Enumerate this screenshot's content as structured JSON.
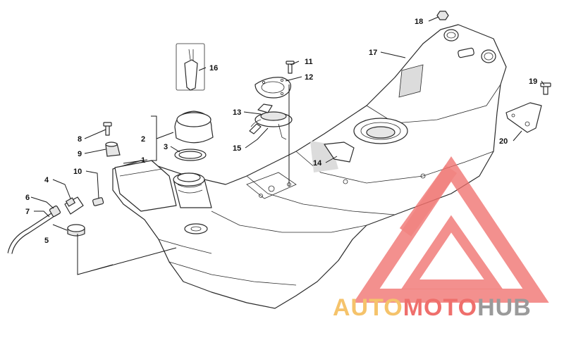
{
  "callouts": [
    {
      "id": "1",
      "label": "1"
    },
    {
      "id": "2",
      "label": "2"
    },
    {
      "id": "3",
      "label": "3"
    },
    {
      "id": "4",
      "label": "4"
    },
    {
      "id": "5",
      "label": "5"
    },
    {
      "id": "6",
      "label": "6"
    },
    {
      "id": "7",
      "label": "7"
    },
    {
      "id": "8",
      "label": "8"
    },
    {
      "id": "9",
      "label": "9"
    },
    {
      "id": "10",
      "label": "10"
    },
    {
      "id": "11",
      "label": "11"
    },
    {
      "id": "12",
      "label": "12"
    },
    {
      "id": "13",
      "label": "13"
    },
    {
      "id": "14",
      "label": "14"
    },
    {
      "id": "15",
      "label": "15"
    },
    {
      "id": "16",
      "label": "16"
    },
    {
      "id": "17",
      "label": "17"
    },
    {
      "id": "18",
      "label": "18"
    },
    {
      "id": "19",
      "label": "19"
    },
    {
      "id": "20",
      "label": "20"
    }
  ],
  "watermark": {
    "part1": "AUTO",
    "part2": "MOTO",
    "part3": "HUB",
    "color_light": "#f5c36b",
    "color_red": "#ef6f6c",
    "color_grey": "#9a9a9a"
  }
}
